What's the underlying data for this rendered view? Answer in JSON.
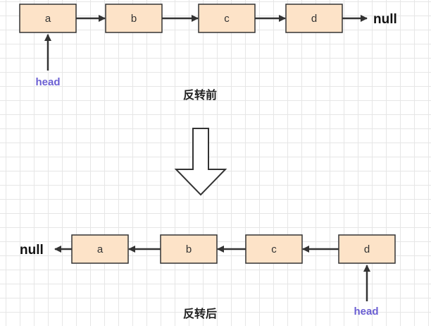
{
  "before": {
    "nodes": [
      "a",
      "b",
      "c",
      "d"
    ],
    "null_label": "null",
    "head_label": "head",
    "caption": "反转前"
  },
  "after": {
    "nodes": [
      "a",
      "b",
      "c",
      "d"
    ],
    "null_label": "null",
    "head_label": "head",
    "caption": "反转后"
  },
  "colors": {
    "node_fill": "#fde3c8",
    "node_border": "#333333",
    "head_text": "#6b5fd3",
    "grid": "#e6e6e6"
  }
}
